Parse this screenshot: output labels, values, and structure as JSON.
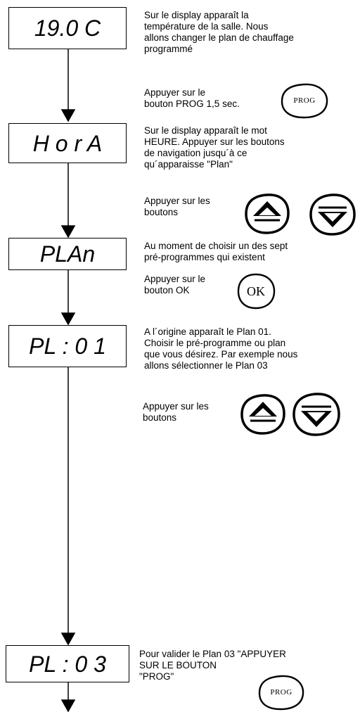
{
  "steps": [
    {
      "display": "19.0 C",
      "desc_lines": [
        "Sur le display apparaît la",
        "température de la salle. Nous",
        "allons changer le plan de chauffage",
        "programmé"
      ],
      "instr_lines": [
        "Appuyer sur le",
        "bouton PROG 1,5 sec."
      ],
      "button_label": "PROG"
    },
    {
      "display": "H o r A",
      "desc_lines": [
        "Sur le display apparaît le mot",
        "HEURE. Appuyer sur les boutons",
        "de navigation jusqu´à ce",
        "qu´apparaisse \"Plan\""
      ],
      "instr_lines": [
        "Appuyer sur les",
        "boutons"
      ]
    },
    {
      "display": "PLAn",
      "desc_lines": [
        "Au moment de choisir un des sept",
        "pré-programmes qui existent"
      ],
      "instr_lines": [
        "Appuyer sur le",
        "bouton OK"
      ],
      "button_label": "OK"
    },
    {
      "display": "PL : 0 1",
      "desc_lines": [
        "A l´origine apparaît le Plan 01.",
        "Choisir le pré-programme ou plan",
        "que vous désirez. Par exemple nous",
        "allons sélectionner le Plan 03"
      ],
      "instr_lines": [
        "Appuyer sur les",
        "boutons"
      ]
    },
    {
      "display": "PL : 0 3",
      "desc_lines": [
        "Pour valider le Plan 03 \"APPUYER",
        "SUR LE BOUTON",
        "\"PROG\""
      ],
      "button_label": "PROG"
    }
  ],
  "icons": {
    "up": "triangle-up-icon",
    "down": "triangle-down-icon"
  }
}
